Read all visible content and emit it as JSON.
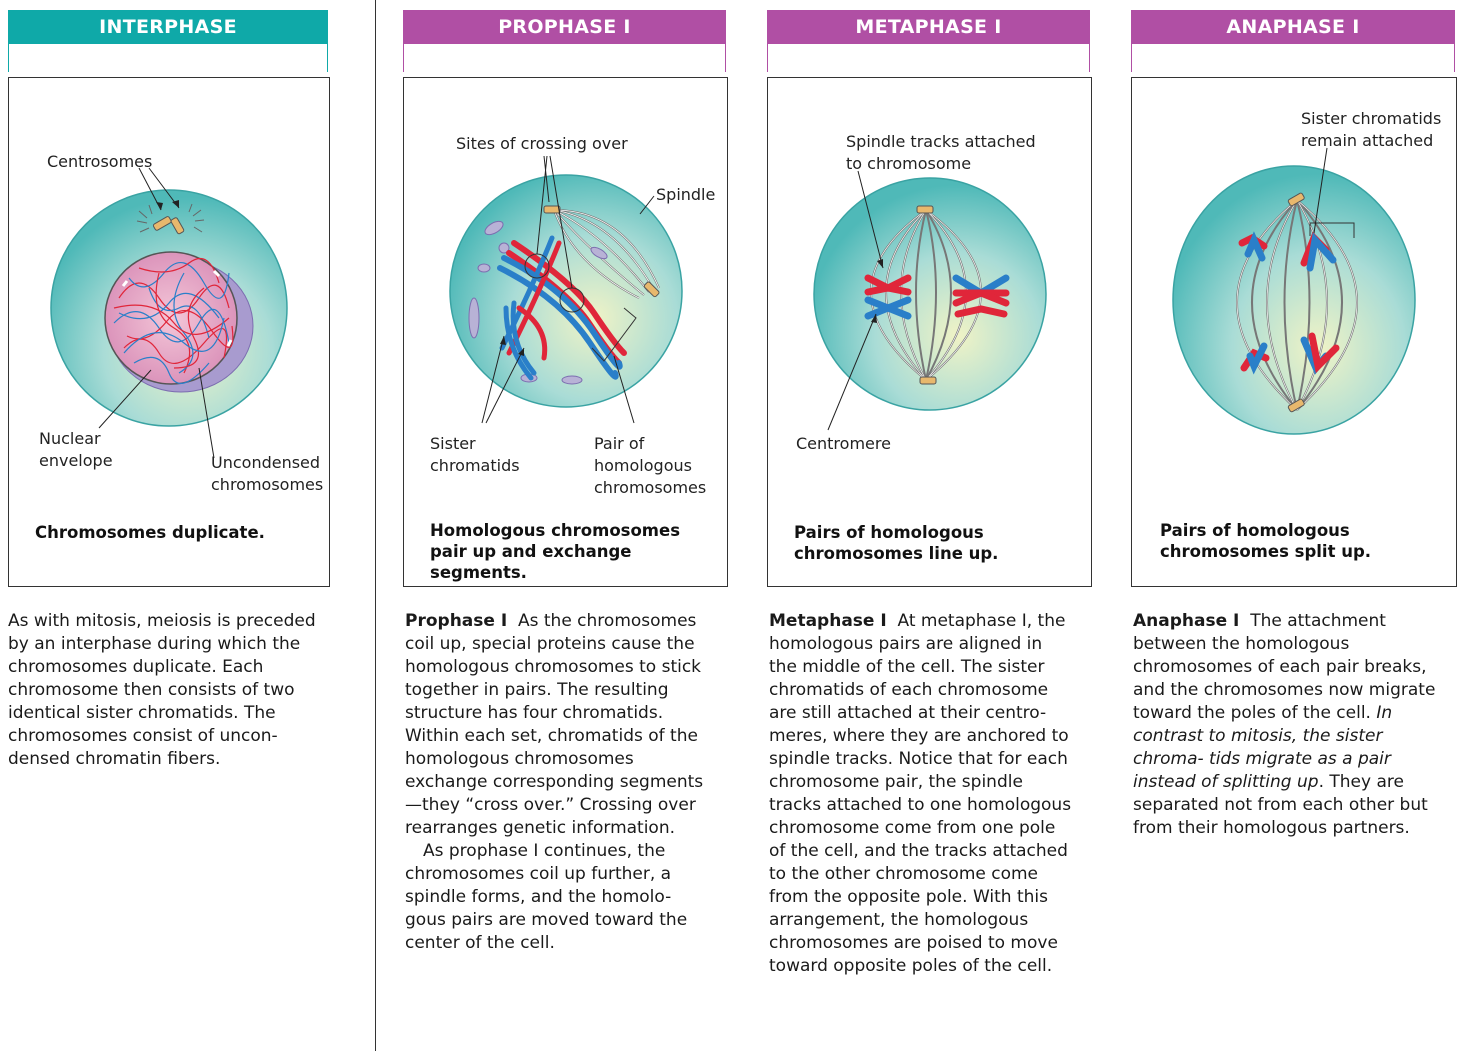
{
  "interphase": {
    "header": "INTERPHASE",
    "labels": {
      "centrosomes": "Centrosomes",
      "nuclear": "Nuclear",
      "envelope": "envelope",
      "uncondensed": "Uncondensed",
      "chromosomes": "chromosomes"
    },
    "caption": "Chromosomes duplicate.",
    "body": "As with mitosis, meiosis is preceded by an interphase during which the chromosomes duplicate. Each chromosome then consists of two identical sister chromatids. The chromosomes consist of uncon- densed chromatin fibers."
  },
  "prophase": {
    "header": "PROPHASE I",
    "labels": {
      "sites": "Sites of crossing over",
      "spindle": "Spindle",
      "sister1": "Sister",
      "sister2": "chromatids",
      "pair1": "Pair of",
      "pair2": "homologous",
      "pair3": "chromosomes"
    },
    "caption1": "Homologous chromosomes",
    "caption2": "pair up and exchange segments.",
    "body_title": "Prophase I",
    "body1": "As the chromosomes coil up, special proteins cause the homologous chromosomes to stick together in pairs. The resulting structure has four chromatids. Within each set, chromatids of the homologous chromosomes exchange corresponding segments—they “cross over.” Crossing over rearranges genetic information.",
    "body2": "As prophase I continues, the chromosomes coil up further, a spindle forms, and the homolo- gous pairs are moved toward the center of the cell."
  },
  "metaphase": {
    "header": "METAPHASE I",
    "labels": {
      "tracks1": "Spindle tracks attached",
      "tracks2": "to chromosome",
      "centromere": "Centromere"
    },
    "caption1": "Pairs of homologous",
    "caption2": "chromosomes line up.",
    "body_title": "Metaphase I",
    "body": "At metaphase I, the homologous pairs are aligned in the middle of the cell. The sister chromatids of each chromosome are still attached at their centro- meres, where they are anchored to spindle tracks. Notice that for each chromosome pair, the spindle tracks attached to one homologous chromosome come from one pole of the cell, and the tracks attached to the other chromosome come from the opposite pole. With this arrangement, the homologous chromosomes are poised to move toward opposite poles of the cell."
  },
  "anaphase": {
    "header": "ANAPHASE I",
    "labels": {
      "sister1": "Sister chromatids",
      "sister2": "remain attached"
    },
    "caption1": "Pairs of homologous",
    "caption2": "chromosomes split up.",
    "body_title": "Anaphase I",
    "body1": "The attachment between the homologous chromosomes of each pair breaks, and the chromosomes now migrate toward the poles of the cell.",
    "body_italic": "In contrast to mitosis, the sister chroma- tids migrate as a pair instead of splitting up",
    "body2": ". They are separated not from each other but from their homologous partners."
  },
  "colors": {
    "teal": "#0fa9a8",
    "purple": "#b04fa4",
    "red_chromosome": "#e0263a",
    "blue_chromosome": "#2a7fc9"
  }
}
